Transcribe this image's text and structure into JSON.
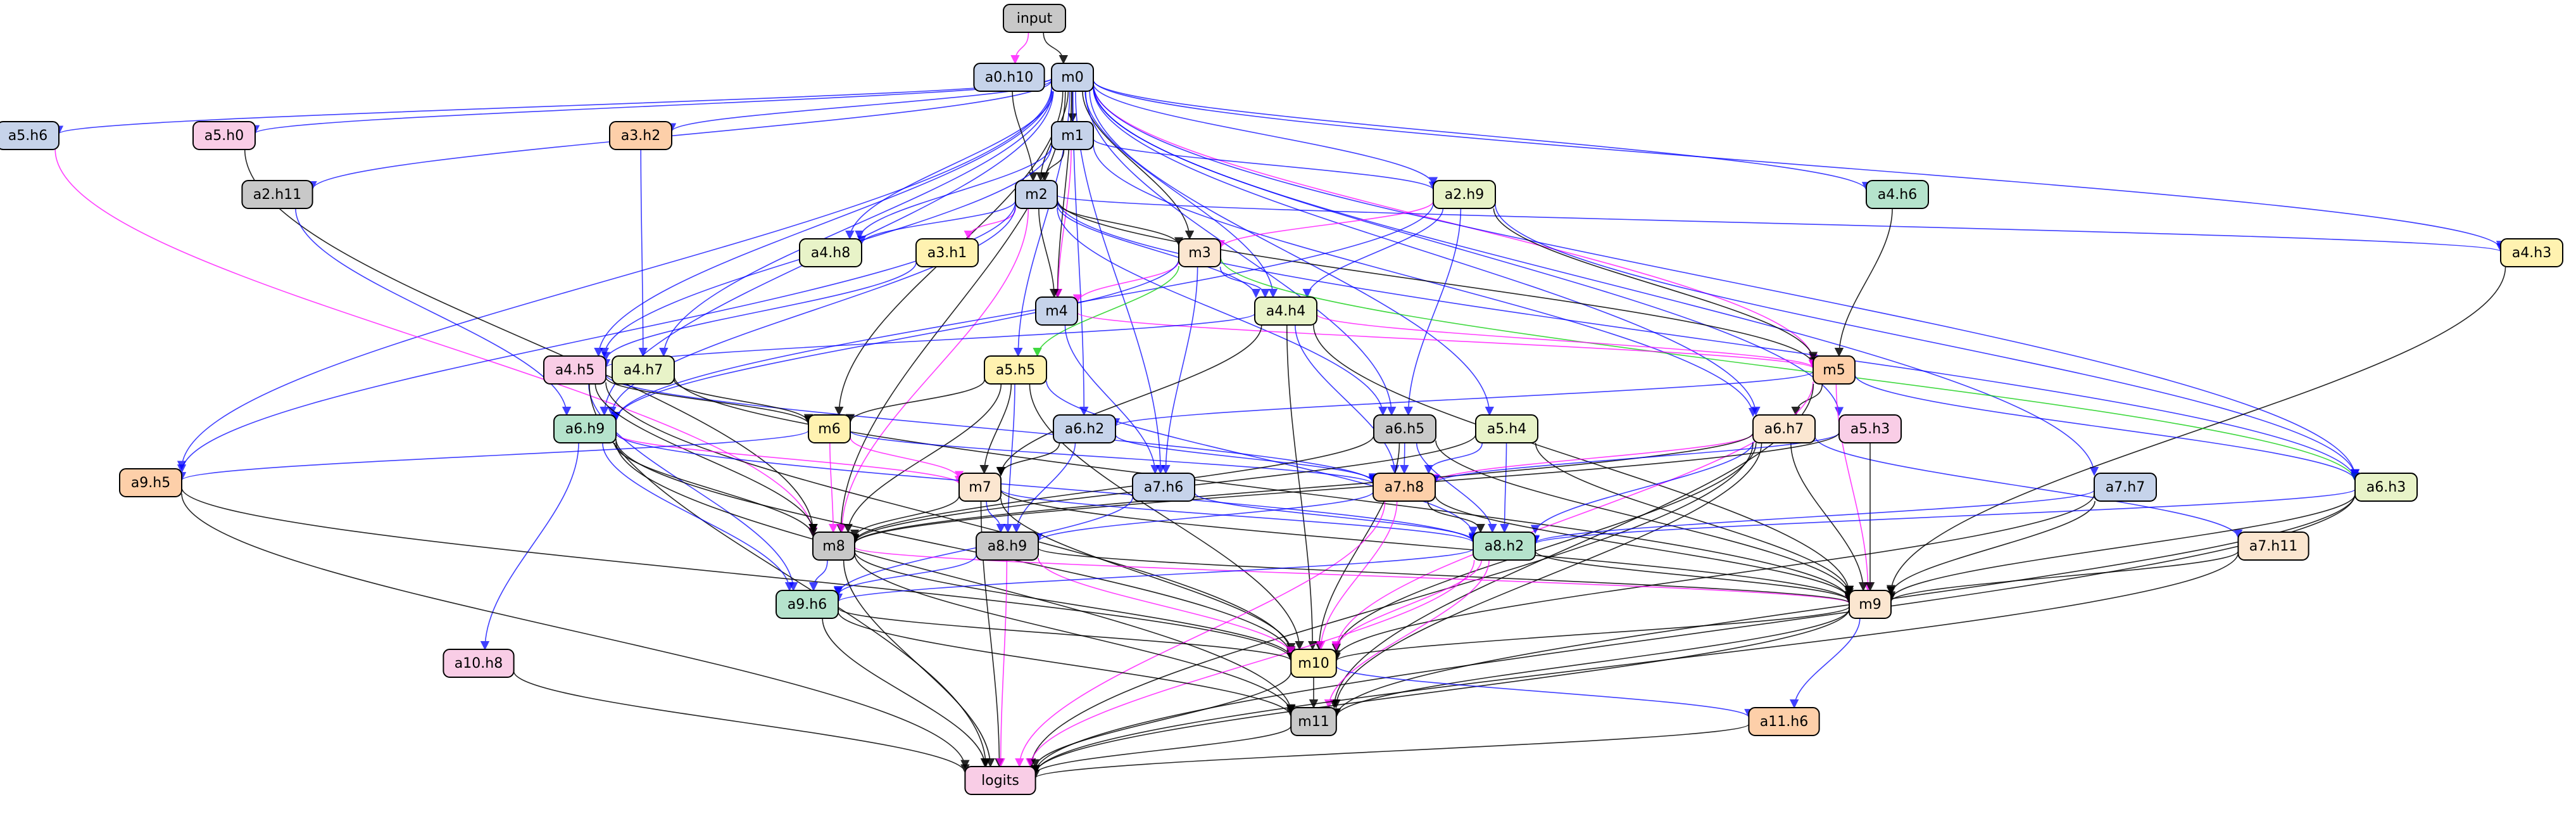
{
  "diagram": {
    "type": "directed-graph",
    "colors": {
      "edge_black": "#000000",
      "edge_blue": "#0000ff",
      "edge_magenta": "#ff00ff",
      "edge_green": "#00cc00"
    },
    "nodes": [
      {
        "id": "input",
        "label": "input",
        "fill": "#c8c8c8"
      },
      {
        "id": "m0",
        "label": "m0",
        "fill": "#c6d3ea"
      },
      {
        "id": "a0_h10",
        "label": "a0.h10",
        "fill": "#c6d3ea"
      },
      {
        "id": "a5_h6",
        "label": "a5.h6",
        "fill": "#c6d3ea"
      },
      {
        "id": "a5_h0",
        "label": "a5.h0",
        "fill": "#f9cde6"
      },
      {
        "id": "a3_h2",
        "label": "a3.h2",
        "fill": "#fdcfa9"
      },
      {
        "id": "m1",
        "label": "m1",
        "fill": "#c6d3ea"
      },
      {
        "id": "a2_h11",
        "label": "a2.h11",
        "fill": "#c8c8c8"
      },
      {
        "id": "m2",
        "label": "m2",
        "fill": "#c6d3ea"
      },
      {
        "id": "a2_h9",
        "label": "a2.h9",
        "fill": "#e8f3c8"
      },
      {
        "id": "a4_h6",
        "label": "a4.h6",
        "fill": "#b5e3cc"
      },
      {
        "id": "a4_h3",
        "label": "a4.h3",
        "fill": "#fff2b0"
      },
      {
        "id": "a4_h8",
        "label": "a4.h8",
        "fill": "#e8f3c8"
      },
      {
        "id": "a3_h1",
        "label": "a3.h1",
        "fill": "#fff2b0"
      },
      {
        "id": "m3",
        "label": "m3",
        "fill": "#fbe6d0"
      },
      {
        "id": "m4",
        "label": "m4",
        "fill": "#c6d3ea"
      },
      {
        "id": "a4_h4",
        "label": "a4.h4",
        "fill": "#e8f3c8"
      },
      {
        "id": "a4_h5",
        "label": "a4.h5",
        "fill": "#f9cde6"
      },
      {
        "id": "a4_h7",
        "label": "a4.h7",
        "fill": "#e8f3c8"
      },
      {
        "id": "a5_h5",
        "label": "a5.h5",
        "fill": "#fff2b0"
      },
      {
        "id": "m5",
        "label": "m5",
        "fill": "#fdcfa9"
      },
      {
        "id": "a6_h9",
        "label": "a6.h9",
        "fill": "#b5e3cc"
      },
      {
        "id": "m6",
        "label": "m6",
        "fill": "#fff2b0"
      },
      {
        "id": "a6_h2",
        "label": "a6.h2",
        "fill": "#c6d3ea"
      },
      {
        "id": "a6_h5",
        "label": "a6.h5",
        "fill": "#c8c8c8"
      },
      {
        "id": "a5_h4",
        "label": "a5.h4",
        "fill": "#e8f3c8"
      },
      {
        "id": "a6_h7",
        "label": "a6.h7",
        "fill": "#fbe6d0"
      },
      {
        "id": "a5_h3",
        "label": "a5.h3",
        "fill": "#f9cde6"
      },
      {
        "id": "a9_h5",
        "label": "a9.h5",
        "fill": "#fdcfa9"
      },
      {
        "id": "m7",
        "label": "m7",
        "fill": "#fbe6d0"
      },
      {
        "id": "a7_h6",
        "label": "a7.h6",
        "fill": "#c6d3ea"
      },
      {
        "id": "a7_h8",
        "label": "a7.h8",
        "fill": "#fdcfa9"
      },
      {
        "id": "a7_h7",
        "label": "a7.h7",
        "fill": "#c6d3ea"
      },
      {
        "id": "a6_h3",
        "label": "a6.h3",
        "fill": "#e8f3c8"
      },
      {
        "id": "m8",
        "label": "m8",
        "fill": "#c8c8c8"
      },
      {
        "id": "a8_h9",
        "label": "a8.h9",
        "fill": "#c8c8c8"
      },
      {
        "id": "a8_h2",
        "label": "a8.h2",
        "fill": "#b5e3cc"
      },
      {
        "id": "a7_h11",
        "label": "a7.h11",
        "fill": "#fbe6d0"
      },
      {
        "id": "a9_h6",
        "label": "a9.h6",
        "fill": "#b5e3cc"
      },
      {
        "id": "m9",
        "label": "m9",
        "fill": "#fbe6d0"
      },
      {
        "id": "a10_h8",
        "label": "a10.h8",
        "fill": "#f9cde6"
      },
      {
        "id": "m10",
        "label": "m10",
        "fill": "#fff2b0"
      },
      {
        "id": "m11",
        "label": "m11",
        "fill": "#c8c8c8"
      },
      {
        "id": "a11_h6",
        "label": "a11.h6",
        "fill": "#fdcfa9"
      },
      {
        "id": "logits",
        "label": "logits",
        "fill": "#f9cde6"
      }
    ],
    "edges": [
      [
        "input",
        "m0",
        "black"
      ],
      [
        "input",
        "a0_h10",
        "magenta"
      ],
      [
        "m0",
        "a5_h6",
        "blue"
      ],
      [
        "m0",
        "a5_h0",
        "blue"
      ],
      [
        "m0",
        "a2_h11",
        "blue"
      ],
      [
        "m0",
        "a3_h2",
        "blue"
      ],
      [
        "m0",
        "m1",
        "black"
      ],
      [
        "m0",
        "m2",
        "black"
      ],
      [
        "m0",
        "a2_h9",
        "blue"
      ],
      [
        "m0",
        "a4_h6",
        "blue"
      ],
      [
        "m0",
        "a4_h3",
        "blue"
      ],
      [
        "m0",
        "a4_h8",
        "blue"
      ],
      [
        "m0",
        "m3",
        "black"
      ],
      [
        "m0",
        "m4",
        "black"
      ],
      [
        "m0",
        "a4_h4",
        "blue"
      ],
      [
        "m0",
        "a4_h5",
        "blue"
      ],
      [
        "m0",
        "a4_h7",
        "blue"
      ],
      [
        "m0",
        "a5_h5",
        "blue"
      ],
      [
        "m0",
        "m5",
        "magenta"
      ],
      [
        "m0",
        "a6_h9",
        "blue"
      ],
      [
        "m0",
        "m6",
        "black"
      ],
      [
        "m0",
        "a6_h2",
        "blue"
      ],
      [
        "m0",
        "a6_h5",
        "blue"
      ],
      [
        "m0",
        "a5_h4",
        "blue"
      ],
      [
        "m0",
        "a6_h7",
        "blue"
      ],
      [
        "m0",
        "a5_h3",
        "blue"
      ],
      [
        "m0",
        "a9_h5",
        "blue"
      ],
      [
        "m0",
        "a7_h6",
        "blue"
      ],
      [
        "m0",
        "a7_h7",
        "blue"
      ],
      [
        "m0",
        "a6_h3",
        "blue"
      ],
      [
        "m0",
        "m8",
        "black"
      ],
      [
        "a0_h10",
        "m2",
        "black"
      ],
      [
        "a5_h6",
        "m8",
        "magenta"
      ],
      [
        "a5_h0",
        "m8",
        "black"
      ],
      [
        "a3_h2",
        "a4_h7",
        "blue"
      ],
      [
        "a2_h11",
        "a6_h9",
        "blue"
      ],
      [
        "m1",
        "m2",
        "black"
      ],
      [
        "m1",
        "a2_h9",
        "blue"
      ],
      [
        "m1",
        "a4_h8",
        "blue"
      ],
      [
        "m1",
        "m4",
        "magenta"
      ],
      [
        "m1",
        "a4_h5",
        "blue"
      ],
      [
        "m1",
        "a6_h7",
        "blue"
      ],
      [
        "m2",
        "m3",
        "black"
      ],
      [
        "m2",
        "m4",
        "black"
      ],
      [
        "m2",
        "a3_h1",
        "magenta"
      ],
      [
        "m2",
        "a4_h8",
        "blue"
      ],
      [
        "m2",
        "a4_h3",
        "blue"
      ],
      [
        "m2",
        "a4_h4",
        "blue"
      ],
      [
        "m2",
        "m5",
        "black"
      ],
      [
        "m2",
        "a6_h5",
        "blue"
      ],
      [
        "m2",
        "a6_h9",
        "blue"
      ],
      [
        "m2",
        "a9_h5",
        "blue"
      ],
      [
        "m2",
        "a6_h3",
        "blue"
      ],
      [
        "m2",
        "m8",
        "magenta"
      ],
      [
        "a2_h9",
        "m3",
        "magenta"
      ],
      [
        "a2_h9",
        "a4_h4",
        "blue"
      ],
      [
        "a2_h9",
        "a6_h5",
        "blue"
      ],
      [
        "a2_h9",
        "m5",
        "black"
      ],
      [
        "a2_h9",
        "a6_h3",
        "blue"
      ],
      [
        "a2_h9",
        "a6_h9",
        "blue"
      ],
      [
        "a4_h6",
        "m5",
        "black"
      ],
      [
        "a4_h3",
        "m9",
        "black"
      ],
      [
        "a3_h1",
        "a4_h5",
        "blue"
      ],
      [
        "m3",
        "m4",
        "magenta"
      ],
      [
        "m3",
        "a4_h4",
        "blue"
      ],
      [
        "m3",
        "a5_h5",
        "green"
      ],
      [
        "m3",
        "a6_h3",
        "green"
      ],
      [
        "m3",
        "a7_h6",
        "blue"
      ],
      [
        "m3",
        "a6_h9",
        "blue"
      ],
      [
        "m4",
        "a7_h6",
        "blue"
      ],
      [
        "m4",
        "m5",
        "magenta"
      ],
      [
        "a4_h4",
        "a4_h5",
        "blue"
      ],
      [
        "a4_h4",
        "m5",
        "magenta"
      ],
      [
        "a4_h4",
        "m7",
        "black"
      ],
      [
        "a4_h4",
        "m10",
        "black"
      ],
      [
        "a4_h4",
        "a7_h8",
        "blue"
      ],
      [
        "a4_h4",
        "m9",
        "black"
      ],
      [
        "a4_h5",
        "m6",
        "black"
      ],
      [
        "a4_h5",
        "m8",
        "black"
      ],
      [
        "a4_h5",
        "a9_h6",
        "blue"
      ],
      [
        "a4_h5",
        "logits",
        "black"
      ],
      [
        "a4_h5",
        "m10",
        "black"
      ],
      [
        "a4_h5",
        "a7_h8",
        "blue"
      ],
      [
        "a4_h7",
        "m6",
        "black"
      ],
      [
        "a4_h7",
        "m9",
        "black"
      ],
      [
        "a5_h5",
        "m6",
        "black"
      ],
      [
        "a5_h5",
        "m7",
        "black"
      ],
      [
        "a5_h5",
        "a8_h9",
        "blue"
      ],
      [
        "a5_h5",
        "a8_h2",
        "blue"
      ],
      [
        "a5_h5",
        "m8",
        "black"
      ],
      [
        "a5_h5",
        "m10",
        "black"
      ],
      [
        "m5",
        "a6_h7",
        "black"
      ],
      [
        "m5",
        "m9",
        "magenta"
      ],
      [
        "m5",
        "a6_h2",
        "blue"
      ],
      [
        "m5",
        "m10",
        "magenta"
      ],
      [
        "m5",
        "a6_h3",
        "blue"
      ],
      [
        "m5",
        "m11",
        "black"
      ],
      [
        "a6_h9",
        "m7",
        "magenta"
      ],
      [
        "a6_h9",
        "m8",
        "black"
      ],
      [
        "a6_h9",
        "a9_h6",
        "blue"
      ],
      [
        "a6_h9",
        "a10_h8",
        "blue"
      ],
      [
        "a6_h9",
        "m10",
        "black"
      ],
      [
        "a6_h9",
        "m11",
        "black"
      ],
      [
        "a6_h9",
        "a8_h2",
        "blue"
      ],
      [
        "m6",
        "m7",
        "magenta"
      ],
      [
        "m6",
        "a9_h5",
        "blue"
      ],
      [
        "m6",
        "a7_h8",
        "blue"
      ],
      [
        "m6",
        "m8",
        "magenta"
      ],
      [
        "a6_h2",
        "m7",
        "black"
      ],
      [
        "a6_h2",
        "a7_h8",
        "blue"
      ],
      [
        "a6_h2",
        "a8_h9",
        "blue"
      ],
      [
        "a6_h5",
        "a7_h8",
        "blue"
      ],
      [
        "a6_h5",
        "m8",
        "black"
      ],
      [
        "a6_h5",
        "a8_h2",
        "blue"
      ],
      [
        "a6_h5",
        "m9",
        "black"
      ],
      [
        "a6_h5",
        "m10",
        "black"
      ],
      [
        "a5_h4",
        "a7_h8",
        "blue"
      ],
      [
        "a5_h4",
        "a8_h2",
        "blue"
      ],
      [
        "a5_h4",
        "m9",
        "black"
      ],
      [
        "a5_h4",
        "m8",
        "black"
      ],
      [
        "a6_h7",
        "a7_h8",
        "magenta"
      ],
      [
        "a6_h7",
        "m8",
        "black"
      ],
      [
        "a6_h7",
        "a8_h2",
        "blue"
      ],
      [
        "a6_h7",
        "m9",
        "black"
      ],
      [
        "a6_h7",
        "m10",
        "black"
      ],
      [
        "a6_h7",
        "m11",
        "black"
      ],
      [
        "a6_h7",
        "a7_h11",
        "blue"
      ],
      [
        "a6_h7",
        "logits",
        "black"
      ],
      [
        "a5_h3",
        "a7_h8",
        "blue"
      ],
      [
        "a5_h3",
        "m9",
        "black"
      ],
      [
        "a5_h3",
        "m8",
        "black"
      ],
      [
        "a9_h5",
        "m10",
        "black"
      ],
      [
        "a9_h5",
        "logits",
        "black"
      ],
      [
        "m7",
        "m8",
        "black"
      ],
      [
        "m7",
        "a8_h9",
        "blue"
      ],
      [
        "m7",
        "a8_h2",
        "blue"
      ],
      [
        "m7",
        "m9",
        "black"
      ],
      [
        "m7",
        "m10",
        "black"
      ],
      [
        "m7",
        "logits",
        "black"
      ],
      [
        "a7_h6",
        "a8_h2",
        "blue"
      ],
      [
        "a7_h6",
        "a9_h6",
        "blue"
      ],
      [
        "a7_h8",
        "a8_h2",
        "black"
      ],
      [
        "a7_h8",
        "m9",
        "black"
      ],
      [
        "a7_h8",
        "m10",
        "magenta"
      ],
      [
        "a7_h8",
        "a8_h9",
        "blue"
      ],
      [
        "a7_h8",
        "logits",
        "magenta"
      ],
      [
        "a7_h7",
        "a8_h2",
        "blue"
      ],
      [
        "a7_h7",
        "m9",
        "black"
      ],
      [
        "a7_h7",
        "m10",
        "black"
      ],
      [
        "a6_h3",
        "a8_h2",
        "blue"
      ],
      [
        "a6_h3",
        "m9",
        "black"
      ],
      [
        "a6_h3",
        "m11",
        "black"
      ],
      [
        "a6_h3",
        "logits",
        "black"
      ],
      [
        "m8",
        "a9_h6",
        "blue"
      ],
      [
        "m8",
        "m9",
        "magenta"
      ],
      [
        "m8",
        "m10",
        "black"
      ],
      [
        "m8",
        "m11",
        "black"
      ],
      [
        "m8",
        "logits",
        "black"
      ],
      [
        "a8_h9",
        "a9_h6",
        "blue"
      ],
      [
        "a8_h9",
        "m9",
        "black"
      ],
      [
        "a8_h9",
        "m10",
        "magenta"
      ],
      [
        "a8_h9",
        "logits",
        "magenta"
      ],
      [
        "a8_h2",
        "m9",
        "black"
      ],
      [
        "a8_h2",
        "m10",
        "magenta"
      ],
      [
        "a8_h2",
        "m11",
        "magenta"
      ],
      [
        "a8_h2",
        "logits",
        "magenta"
      ],
      [
        "a8_h2",
        "a9_h6",
        "blue"
      ],
      [
        "a7_h11",
        "m9",
        "black"
      ],
      [
        "a7_h11",
        "logits",
        "black"
      ],
      [
        "a9_h6",
        "m10",
        "black"
      ],
      [
        "a9_h6",
        "m11",
        "black"
      ],
      [
        "a9_h6",
        "logits",
        "black"
      ],
      [
        "m9",
        "m10",
        "black"
      ],
      [
        "m9",
        "m11",
        "black"
      ],
      [
        "m9",
        "a11_h6",
        "blue"
      ],
      [
        "m9",
        "logits",
        "black"
      ],
      [
        "a10_h8",
        "logits",
        "black"
      ],
      [
        "m10",
        "m11",
        "black"
      ],
      [
        "m10",
        "logits",
        "black"
      ],
      [
        "m10",
        "a11_h6",
        "blue"
      ],
      [
        "m11",
        "logits",
        "black"
      ],
      [
        "a11_h6",
        "logits",
        "black"
      ]
    ]
  }
}
